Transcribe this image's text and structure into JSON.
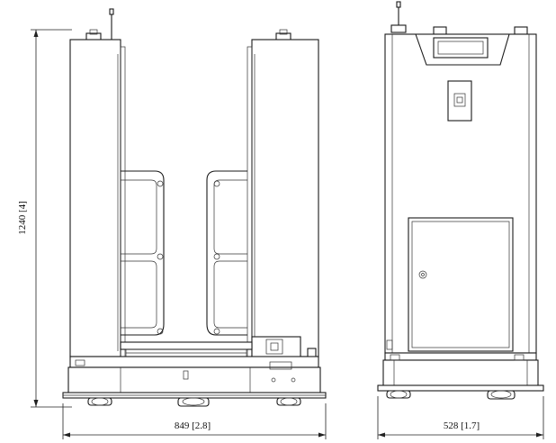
{
  "dimensions": {
    "front_height": "1240 [4]",
    "front_width": "849 [2.8]",
    "side_width": "528 [1.7]"
  }
}
